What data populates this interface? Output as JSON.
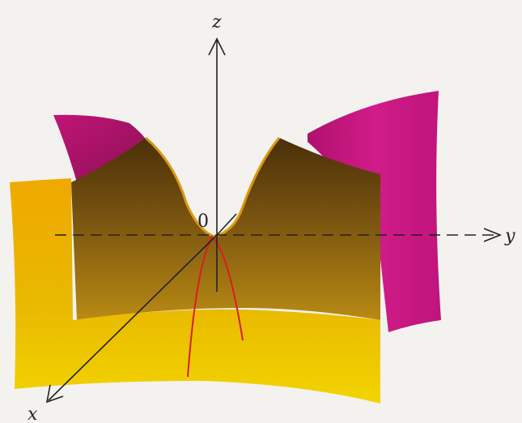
{
  "axes": {
    "x_label": "x",
    "y_label": "y",
    "z_label": "z",
    "origin_label": "0"
  },
  "colors": {
    "background": "#f4f2ee",
    "surface_front": "#e8b400",
    "surface_side": "#c8117a",
    "trace_curve": "#d81e1e",
    "axis": "#222222"
  }
}
